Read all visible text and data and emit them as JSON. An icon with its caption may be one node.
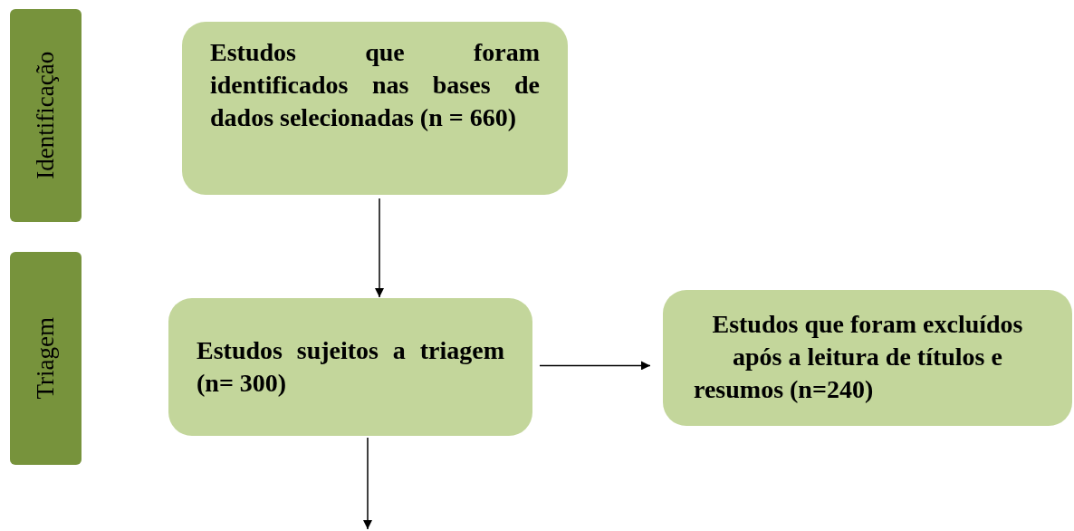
{
  "diagram": {
    "nodes": [
      {
        "text": [
          "Identificação"
        ]
      },
      {
        "text": [
          "Estudos que foram identificados nas bases de dados selecionadas (n = 660)"
        ]
      },
      {
        "text": [
          "Triagem"
        ]
      },
      {
        "text": [
          "Estudos sujeitos a triagem (n= 300)"
        ]
      },
      {
        "text": [
          "Estudos que foram excluídos após a leitura de títulos e resumos (n=240)"
        ]
      }
    ],
    "edges": [
      {
        "from": 1,
        "to": 3,
        "arrow": "to"
      },
      {
        "from": 3,
        "to": 4,
        "arrow": "to"
      },
      {
        "from": 3,
        "to": null,
        "arrow": "to"
      }
    ]
  }
}
